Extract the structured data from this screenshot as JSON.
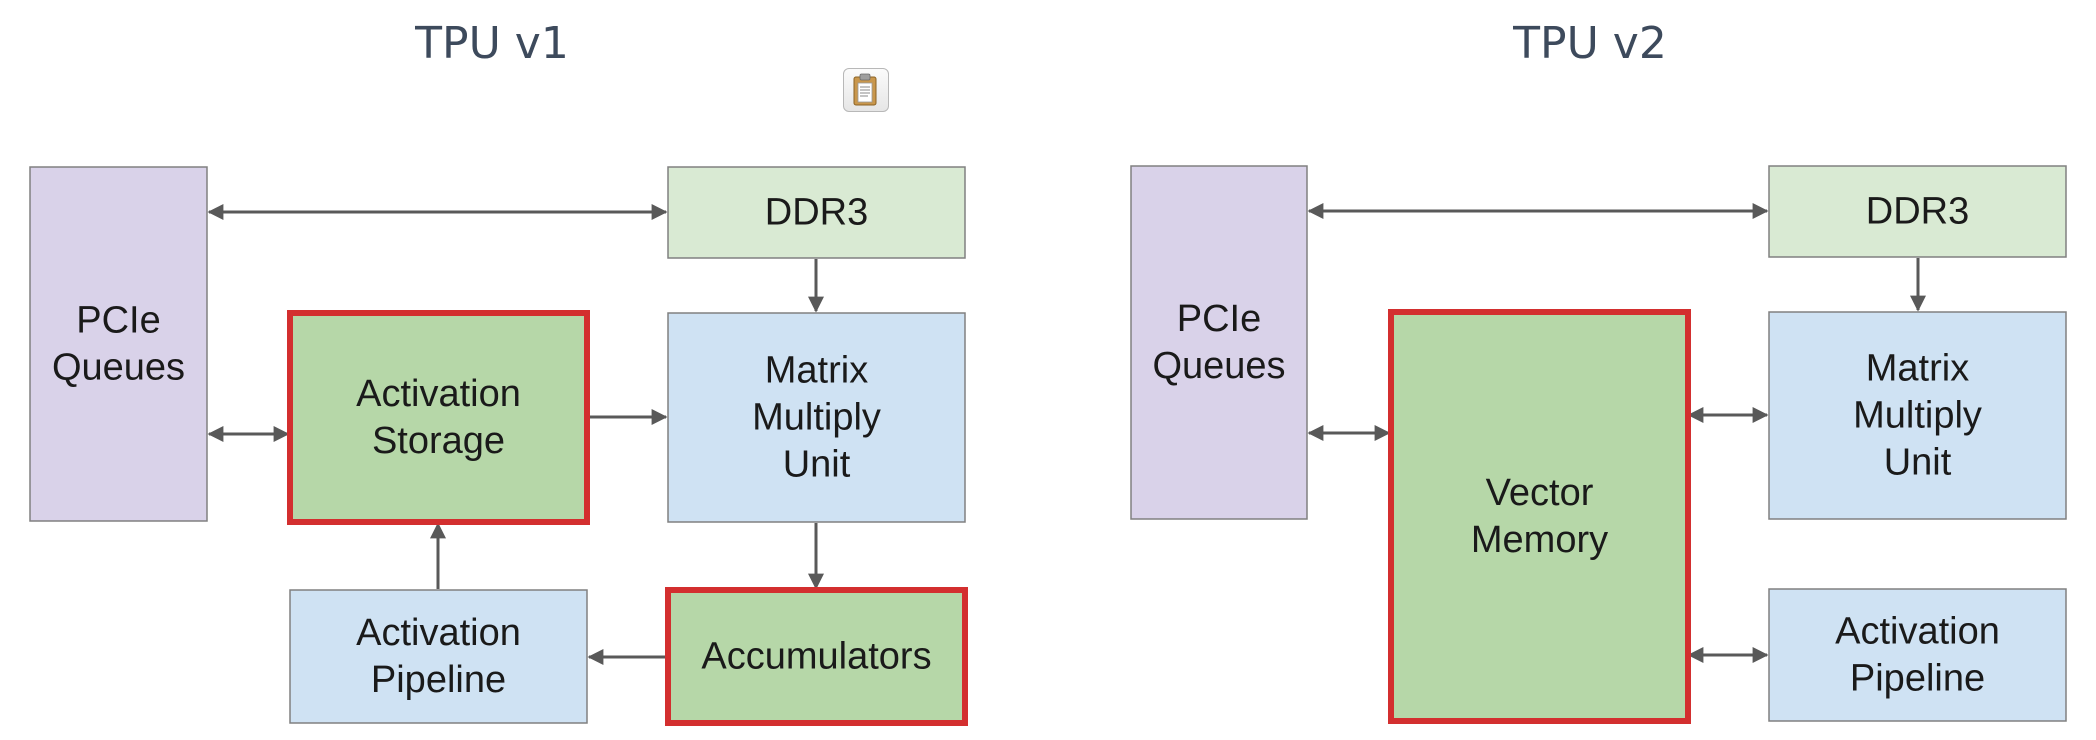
{
  "titles": {
    "v1": "TPU v1",
    "v2": "TPU v2"
  },
  "icons": {
    "clipboard": "clipboard-icon"
  },
  "colors": {
    "purple_fill": "#d9d2e9",
    "green_light_fill": "#d9ead3",
    "green_fill": "#b6d7a8",
    "blue_fill": "#cfe2f3",
    "box_border": "#808080",
    "highlight_border": "#d32f2f",
    "arrow": "#595959",
    "title_text": "#3d4a5c"
  },
  "diagram_v1": {
    "nodes": [
      {
        "id": "pcie",
        "lines": [
          "PCIe",
          "Queues"
        ],
        "fill": "purple",
        "highlight": false
      },
      {
        "id": "ddr3",
        "lines": [
          "DDR3"
        ],
        "fill": "green_light",
        "highlight": false
      },
      {
        "id": "activation-storage",
        "lines": [
          "Activation",
          "Storage"
        ],
        "fill": "green",
        "highlight": true
      },
      {
        "id": "matrix-multiply-unit",
        "lines": [
          "Matrix",
          "Multiply",
          "Unit"
        ],
        "fill": "blue",
        "highlight": false
      },
      {
        "id": "activation-pipeline",
        "lines": [
          "Activation",
          "Pipeline"
        ],
        "fill": "blue",
        "highlight": false
      },
      {
        "id": "accumulators",
        "lines": [
          "Accumulators"
        ],
        "fill": "green",
        "highlight": true
      }
    ],
    "edges": [
      {
        "from": "pcie",
        "to": "ddr3",
        "bidirectional": true
      },
      {
        "from": "pcie",
        "to": "activation-storage",
        "bidirectional": true
      },
      {
        "from": "ddr3",
        "to": "matrix-multiply-unit",
        "bidirectional": false
      },
      {
        "from": "activation-storage",
        "to": "matrix-multiply-unit",
        "bidirectional": false
      },
      {
        "from": "matrix-multiply-unit",
        "to": "accumulators",
        "bidirectional": false
      },
      {
        "from": "accumulators",
        "to": "activation-pipeline",
        "bidirectional": false
      },
      {
        "from": "activation-pipeline",
        "to": "activation-storage",
        "bidirectional": false
      }
    ]
  },
  "diagram_v2": {
    "nodes": [
      {
        "id": "pcie",
        "lines": [
          "PCIe",
          "Queues"
        ],
        "fill": "purple",
        "highlight": false
      },
      {
        "id": "ddr3",
        "lines": [
          "DDR3"
        ],
        "fill": "green_light",
        "highlight": false
      },
      {
        "id": "vector-memory",
        "lines": [
          "Vector",
          "Memory"
        ],
        "fill": "green",
        "highlight": true
      },
      {
        "id": "matrix-multiply-unit",
        "lines": [
          "Matrix",
          "Multiply",
          "Unit"
        ],
        "fill": "blue",
        "highlight": false
      },
      {
        "id": "activation-pipeline",
        "lines": [
          "Activation",
          "Pipeline"
        ],
        "fill": "blue",
        "highlight": false
      }
    ],
    "edges": [
      {
        "from": "pcie",
        "to": "ddr3",
        "bidirectional": true
      },
      {
        "from": "pcie",
        "to": "vector-memory",
        "bidirectional": true
      },
      {
        "from": "ddr3",
        "to": "matrix-multiply-unit",
        "bidirectional": false
      },
      {
        "from": "vector-memory",
        "to": "matrix-multiply-unit",
        "bidirectional": true
      },
      {
        "from": "vector-memory",
        "to": "activation-pipeline",
        "bidirectional": true
      }
    ]
  }
}
